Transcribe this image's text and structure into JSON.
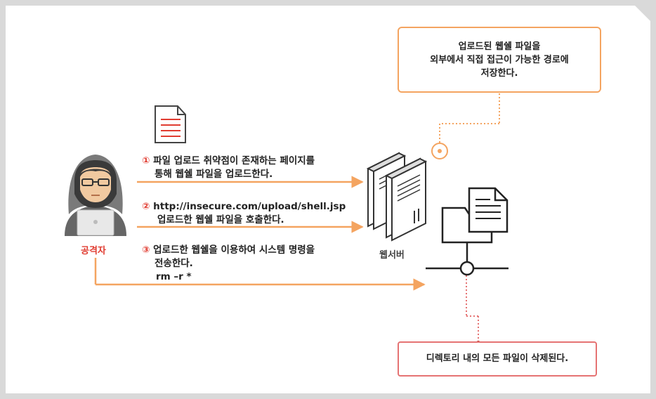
{
  "note_top": {
    "line1": "업로드된 웹쉘 파일을",
    "line2": "외부에서 직접 접근이 가능한 경로에",
    "line3": "저장한다."
  },
  "note_bottom": "디렉토리 내의 모든 파일이 삭제된다.",
  "attacker_label": "공격자",
  "server_label": "웹서버",
  "steps": [
    {
      "num": "①",
      "line1": "파일 업로드 취약점이 존재하는 페이지를",
      "line2": "통해 웹쉘 파일을 업로드한다."
    },
    {
      "num": "②",
      "line1": "http://insecure.com/upload/shell.jsp",
      "line2": "업로드한 웹쉘 파일을 호출한다."
    },
    {
      "num": "③",
      "line1": "업로드한 웹쉘을 이용하여 시스템 명령을",
      "line2": "전송한다.",
      "line3": "rm –r *"
    }
  ],
  "colors": {
    "accent": "#f4a460",
    "red": "#e03c31",
    "dark": "#222222"
  }
}
